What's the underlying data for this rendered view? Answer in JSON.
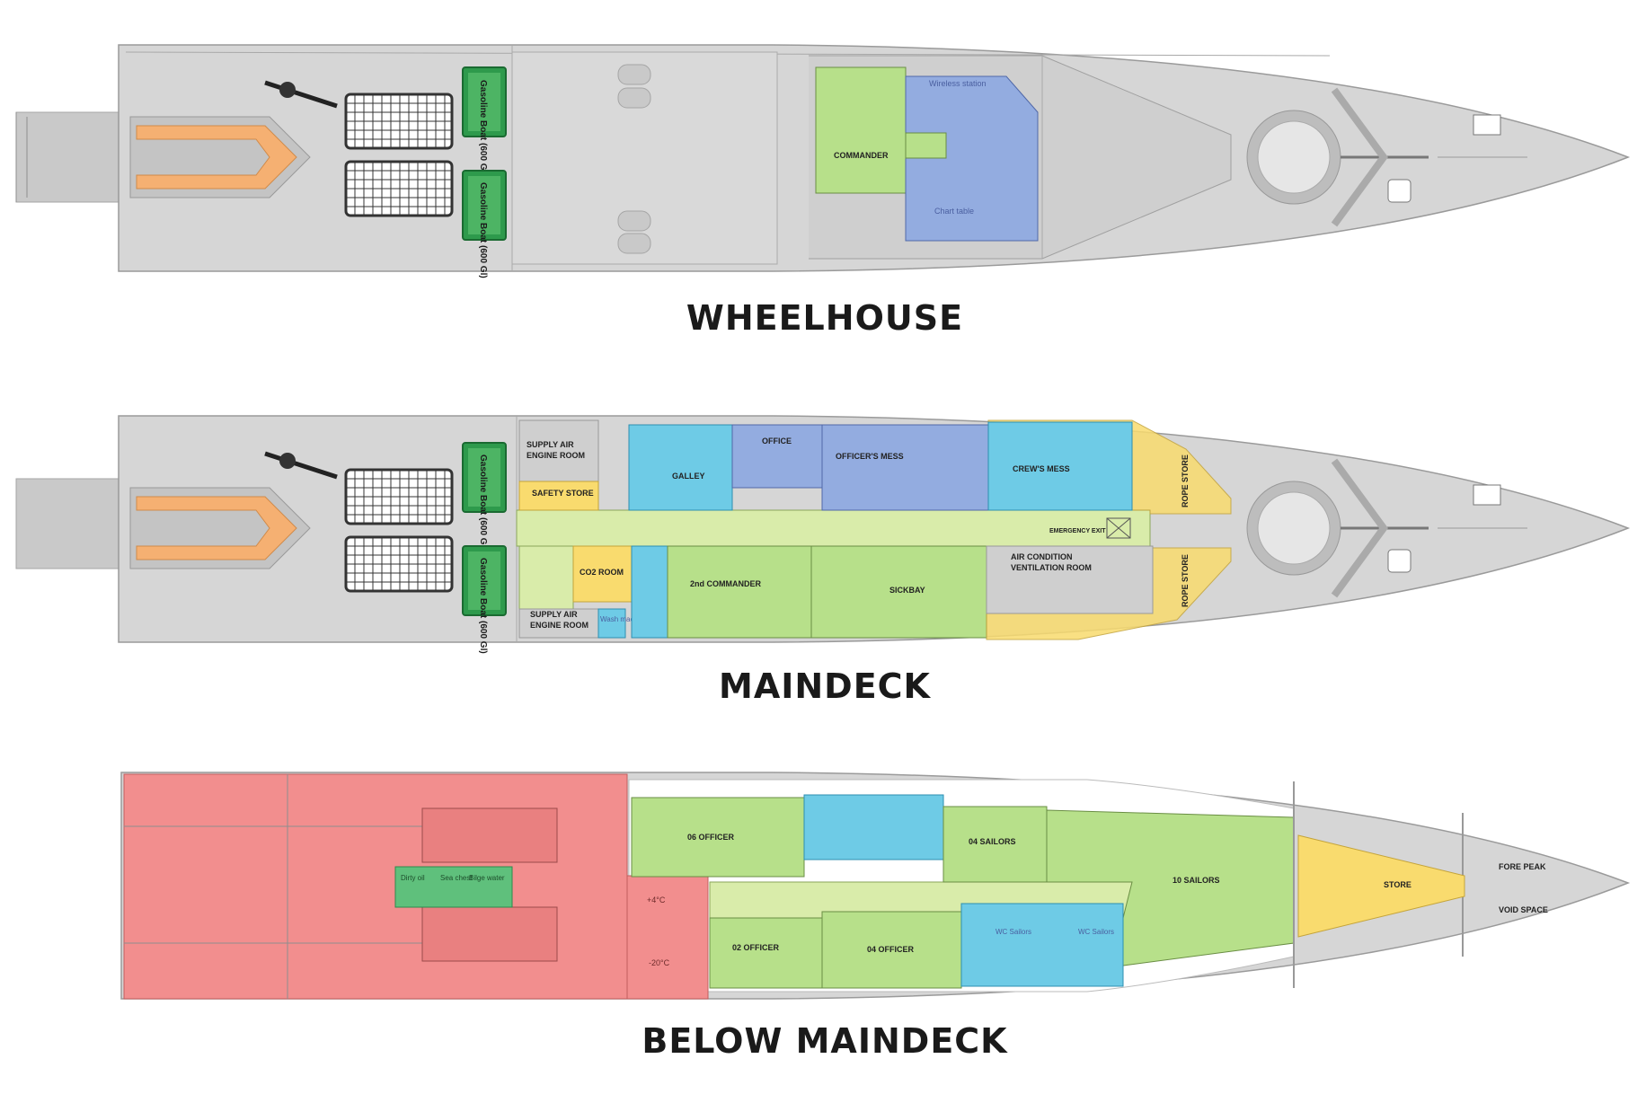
{
  "colors": {
    "hull": "#d6d6d6",
    "green": "#b7e08a",
    "blue": "#93ace0",
    "cyan": "#6ecbe6",
    "yellow": "#f9db6e",
    "red": "#f28e8e",
    "tank": "#2e9a4c",
    "rib": "#f5b072"
  },
  "decks": {
    "wheelhouse": {
      "title": "WHEELHOUSE",
      "tank1": "Gasoline Boat (600 Gl)",
      "tank2": "Gasoline Boat (600 Gl)",
      "commander": "COMMANDER",
      "wireless": "Wireless station",
      "chart": "Chart table"
    },
    "maindeck": {
      "title": "MAINDECK",
      "tank1": "Gasoline Boat (600 Gl)",
      "tank2": "Gasoline Boat (600 Gl)",
      "supply_air_top_1": "SUPPLY AIR",
      "supply_air_top_2": "ENGINE ROOM",
      "safety_store": "SAFETY STORE",
      "galley": "GALLEY",
      "office": "OFFICE",
      "officers_mess": "OFFICER'S MESS",
      "crews_mess": "CREW'S MESS",
      "rope_store_top": "ROPE STORE",
      "rope_store_bottom": "ROPE STORE",
      "emergency_exit": "EMERGENCY EXIT",
      "co2_room": "CO2 ROOM",
      "second_commander": "2nd COMMANDER",
      "sickbay": "SICKBAY",
      "aircon_1": "AIR CONDITION",
      "aircon_2": "VENTILATION ROOM",
      "supply_air_bot_1": "SUPPLY AIR",
      "supply_air_bot_2": "ENGINE ROOM",
      "wash": "Wash mach."
    },
    "below": {
      "title": "BELOW MAINDECK",
      "officer06": "06 OFFICER",
      "officer02": "02 OFFICER",
      "officer04": "04 OFFICER",
      "sailors04": "04 SAILORS",
      "sailors10": "10 SAILORS",
      "store": "STORE",
      "fore_peak": "FORE PEAK",
      "void_space": "VOID SPACE",
      "temp_plus": "+4°C",
      "temp_minus": "-20°C",
      "wc_sailors_1": "WC Sailors",
      "wc_sailors_2": "WC Sailors",
      "tank_dirty": "Dirty oil",
      "tank_sea": "Sea chest",
      "tank_bilge": "Bilge water"
    }
  }
}
